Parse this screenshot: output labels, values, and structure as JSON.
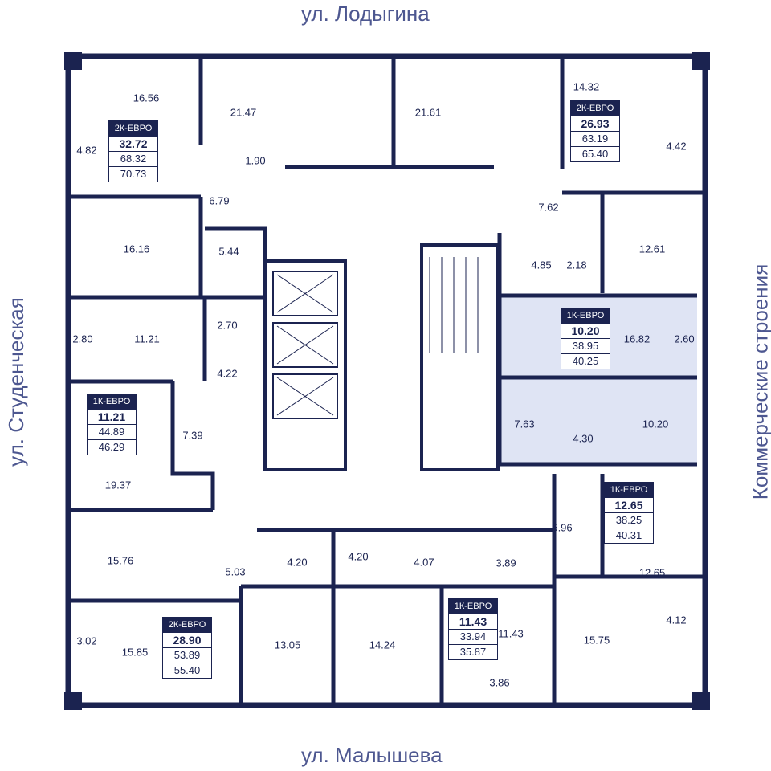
{
  "streets": {
    "top": "ул. Лодыгина",
    "bottom": "ул. Малышева",
    "left": "ул. Студенческая",
    "right": "Коммерческие строения"
  },
  "colors": {
    "wall": "#1b2350",
    "highlight": "#dfe4f4"
  },
  "apartments": [
    {
      "type": "2К-ЕВРО",
      "living": "32.72",
      "total": "68.32",
      "total_with_balcony": "70.73"
    },
    {
      "type": "2К-ЕВРО",
      "living": "26.93",
      "total": "63.19",
      "total_with_balcony": "65.40"
    },
    {
      "type": "1К-ЕВРО",
      "living": "10.20",
      "total": "38.95",
      "total_with_balcony": "40.25"
    },
    {
      "type": "1К-ЕВРО",
      "living": "11.21",
      "total": "44.89",
      "total_with_balcony": "46.29"
    },
    {
      "type": "1К-ЕВРО",
      "living": "12.65",
      "total": "38.25",
      "total_with_balcony": "40.31"
    },
    {
      "type": "2К-ЕВРО",
      "living": "28.90",
      "total": "53.89",
      "total_with_balcony": "55.40"
    },
    {
      "type": "1К-ЕВРО",
      "living": "11.43",
      "total": "33.94",
      "total_with_balcony": "35.87"
    }
  ],
  "rooms": [
    "16.56",
    "4.82",
    "21.47",
    "1.90",
    "6.79",
    "16.16",
    "5.44",
    "21.61",
    "14.32",
    "4.42",
    "7.62",
    "4.85",
    "2.18",
    "12.61",
    "16.82",
    "2.60",
    "7.63",
    "4.30",
    "10.20",
    "5.96",
    "12.65",
    "3.89",
    "2.80",
    "11.21",
    "2.70",
    "4.22",
    "7.39",
    "19.37",
    "15.76",
    "5.03",
    "4.20",
    "4.20",
    "4.07",
    "3.02",
    "15.85",
    "13.05",
    "14.24",
    "11.43",
    "3.86",
    "15.75",
    "4.12"
  ]
}
